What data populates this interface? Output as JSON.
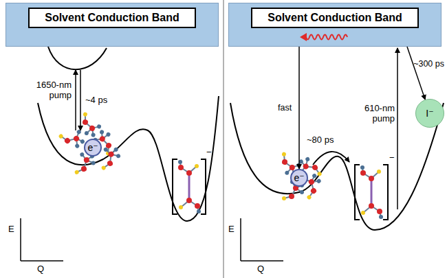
{
  "diagram": {
    "nodes": [
      {
        "text": [
          "Solvent Conduction Band"
        ]
      },
      {
        "text": [
          "e⁻"
        ]
      },
      {
        "text": [
          "Solvent Conduction Band"
        ]
      },
      {
        "text": [
          "e⁻"
        ]
      },
      {
        "text": [
          "I⁻"
        ]
      }
    ],
    "edges": [
      {
        "from": 2,
        "to": 3,
        "label": "fast",
        "arrow": "to"
      },
      {
        "from": 2,
        "to": 4,
        "label": "~300 ps",
        "arrow": "to"
      }
    ],
    "labels": [
      "1650-nm pump",
      "~4 ps",
      "E",
      "Q",
      "−",
      "~80 ps",
      "610-nm pump",
      "E",
      "Q",
      "−"
    ]
  }
}
